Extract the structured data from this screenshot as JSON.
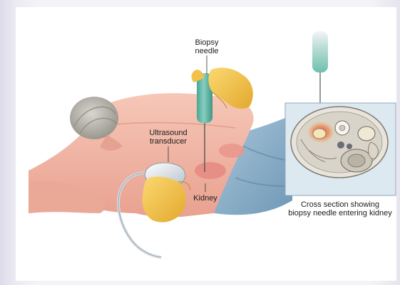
{
  "labels": {
    "biopsy_needle": [
      "Biopsy",
      "needle"
    ],
    "ultrasound_transducer": [
      "Ultrasound",
      "transducer"
    ],
    "kidney": "Kidney",
    "cross_section": [
      "Cross section showing",
      "biopsy needle entering kidney"
    ]
  },
  "colors": {
    "skin": "#f1b4a4",
    "sheet": "#8fb2cc",
    "glove": "#f4c44c",
    "needle_handle": "#5fb7a6",
    "hair": "#b9b6ad",
    "inset_bg": "#dde9f1",
    "inset_border": "#8ea6ba"
  }
}
